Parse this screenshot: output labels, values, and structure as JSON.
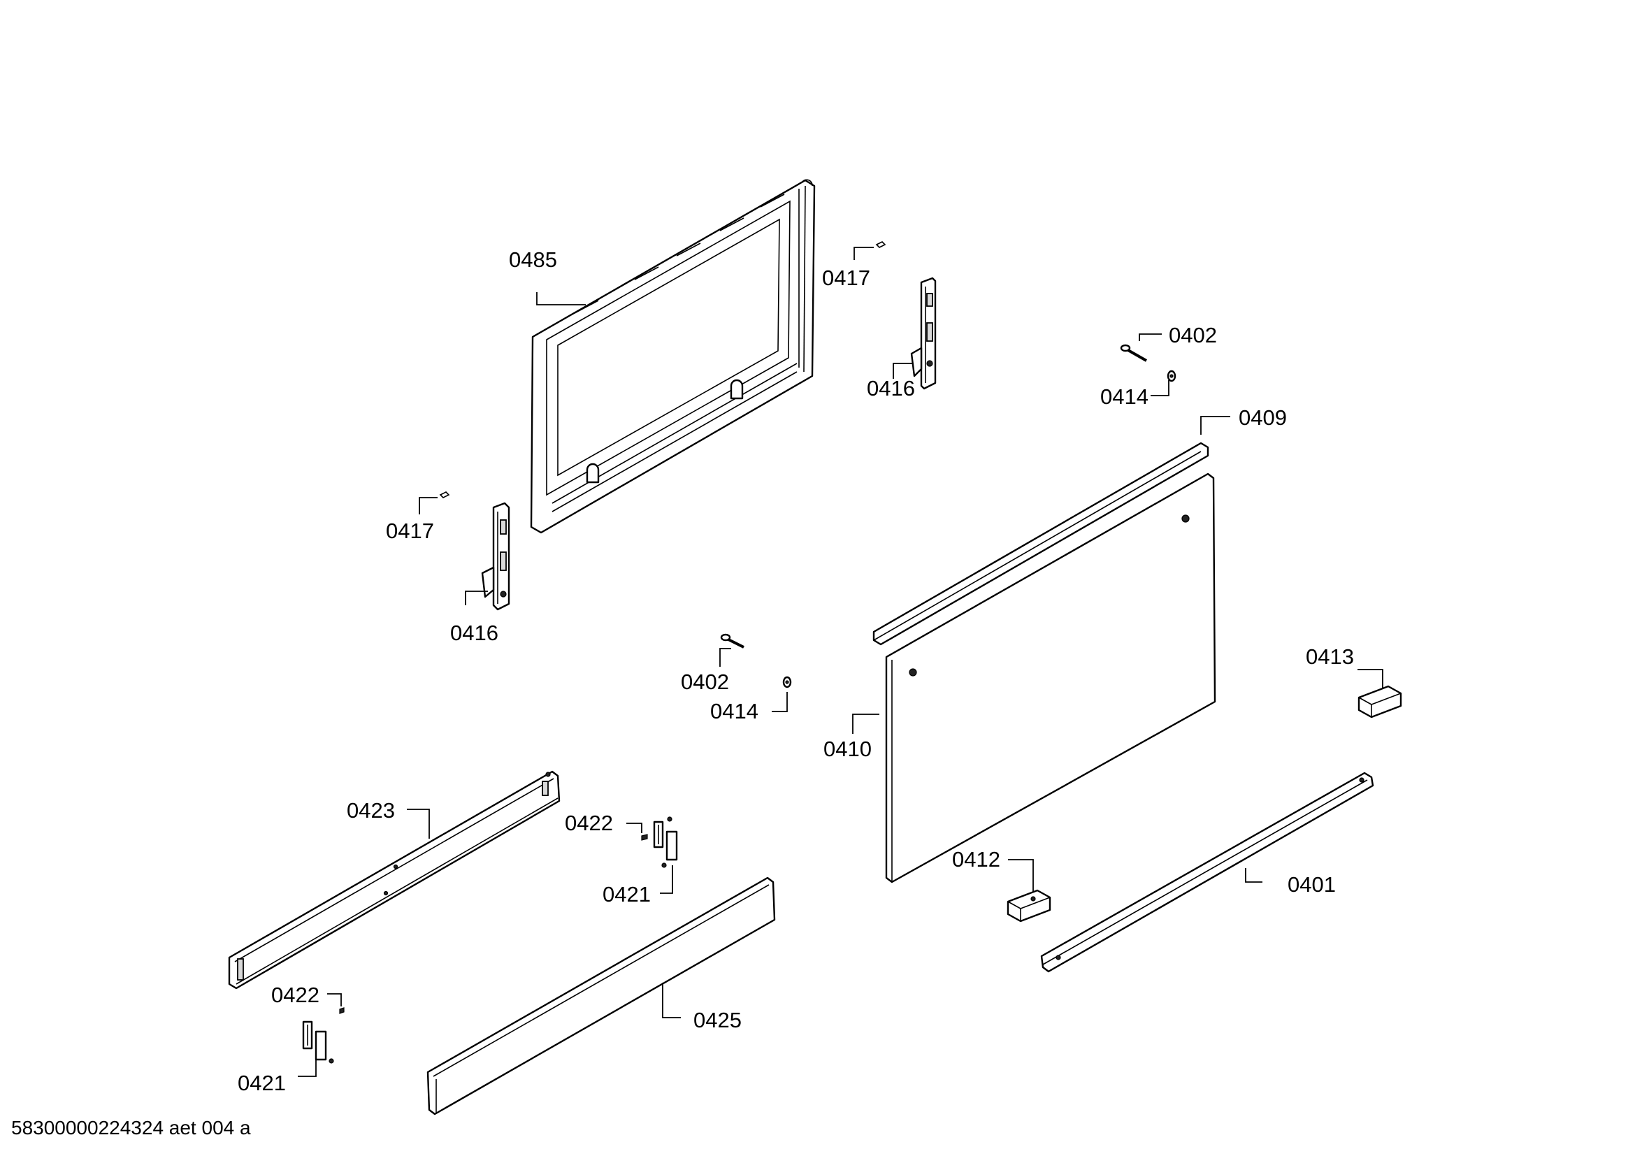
{
  "parts": {
    "p0485": "0485",
    "p0417_top": "0417",
    "p0416_top": "0416",
    "p0402_top": "0402",
    "p0414_top": "0414",
    "p0409": "0409",
    "p0417_left": "0417",
    "p0416_left": "0416",
    "p0402_mid": "0402",
    "p0414_mid": "0414",
    "p0410": "0410",
    "p0413": "0413",
    "p0423": "0423",
    "p0422_top": "0422",
    "p0421_top": "0421",
    "p0412": "0412",
    "p0401": "0401",
    "p0422_bottom": "0422",
    "p0425": "0425",
    "p0421_bottom": "0421"
  },
  "footer": "58300000224324 aet 004 a"
}
